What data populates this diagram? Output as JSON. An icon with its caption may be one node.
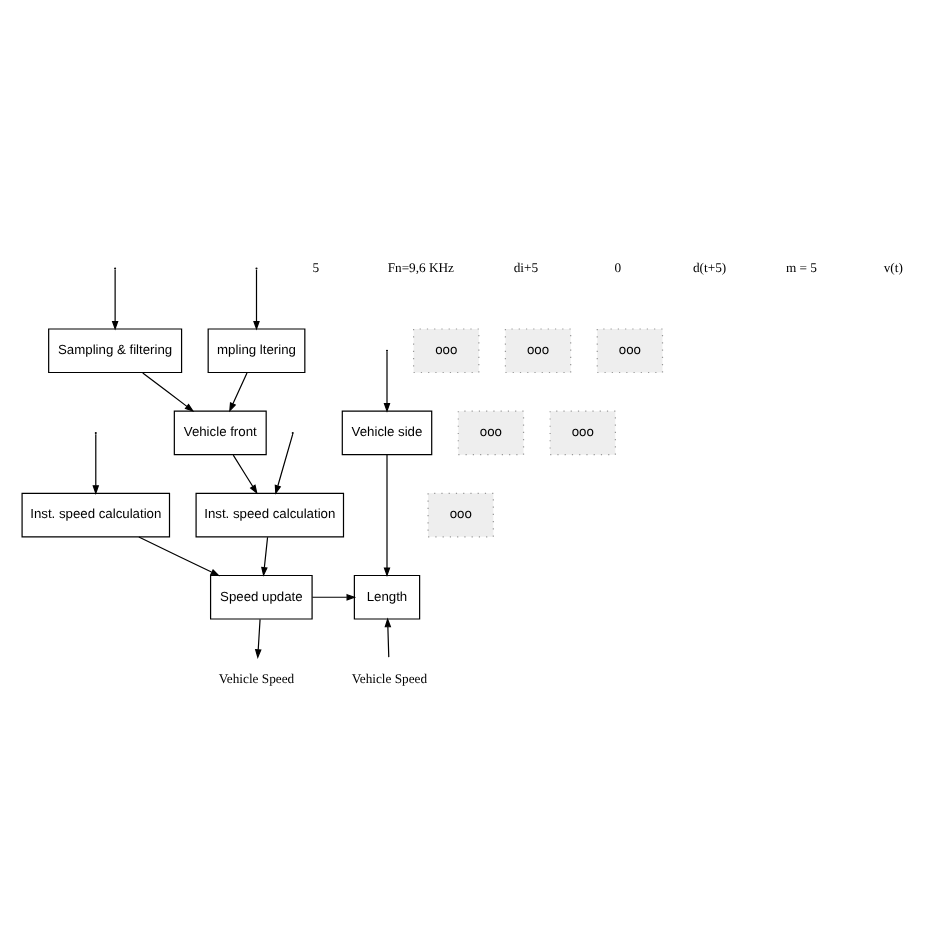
{
  "diagram": {
    "nodes": [
      {
        "text": [
          "mpling ltering"
        ]
      },
      {
        "text": [
          "ooo"
        ]
      },
      {
        "text": [
          "Sampling & filtering"
        ]
      },
      {
        "text": [
          "ooo"
        ]
      },
      {
        "text": [
          "ooo"
        ]
      },
      {
        "text": [
          "Vehicle front"
        ]
      },
      {
        "text": [
          "ooo"
        ]
      },
      {
        "text": [
          "Vehicle side"
        ]
      },
      {
        "text": [
          "ooo"
        ]
      },
      {
        "text": [
          "Inst. speed calculation"
        ]
      },
      {
        "text": [
          "ooo"
        ]
      },
      {
        "text": [
          "Inst. speed calculation"
        ]
      },
      {
        "text": [
          "Speed update"
        ]
      },
      {
        "text": [
          "Length"
        ]
      },
      {
        "text": [
          "Vehicle Speed"
        ]
      },
      {
        "text": [
          "Vehicle Speed"
        ]
      }
    ],
    "edges": [
      {
        "from": null,
        "to": 0,
        "arrow": "to"
      },
      {
        "from": null,
        "to": 2,
        "arrow": "to"
      },
      {
        "from": 0,
        "to": 5,
        "arrow": "to"
      },
      {
        "from": 2,
        "to": 5,
        "arrow": "to"
      },
      {
        "from": null,
        "to": 9,
        "arrow": "to"
      },
      {
        "from": null,
        "to": 11,
        "arrow": "to"
      },
      {
        "from": null,
        "to": 7,
        "arrow": "to"
      },
      {
        "from": 5,
        "to": 9,
        "arrow": "to"
      },
      {
        "from": 9,
        "to": 12,
        "arrow": "to"
      },
      {
        "from": 11,
        "to": 12,
        "arrow": "to"
      },
      {
        "from": 7,
        "to": 13,
        "arrow": "to"
      },
      {
        "from": 12,
        "to": 13,
        "arrow": "to"
      },
      {
        "from": 12,
        "to": 14,
        "arrow": "to"
      },
      {
        "from": 15,
        "to": 13,
        "arrow": "to"
      }
    ],
    "labels": [
      "5",
      "Fn=9,6 KHz",
      "di+5",
      "0",
      "d(t+5)",
      "m = 5",
      "v(t)"
    ]
  }
}
